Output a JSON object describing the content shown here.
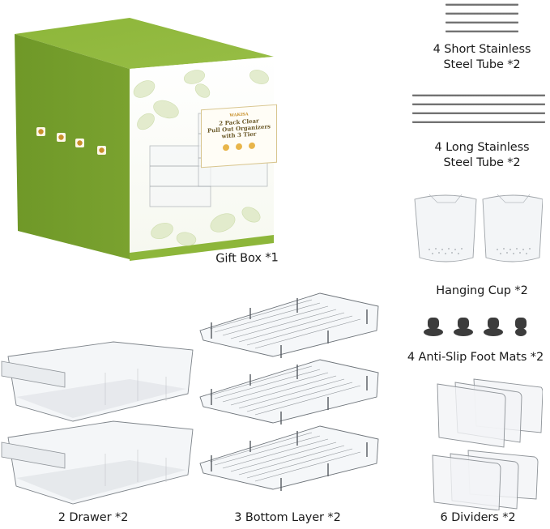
{
  "product": {
    "box": {
      "brand": "WAKISA",
      "title_lines": [
        "2 Pack Clear",
        "Pull Out Organizers",
        "with 3 Tier"
      ],
      "side_icons": [
        "thumbs-up-icon",
        "fragile-glass-icon",
        "recycle-icon",
        "bpa-free-icon"
      ],
      "colors": {
        "green_dark": "#6f9426",
        "green_light": "#8fb43b",
        "gold": "#c8902a"
      }
    },
    "items": [
      {
        "id": "gift-box",
        "label": "Gift Box *1"
      },
      {
        "id": "short-tube",
        "label_lines": [
          "4 Short Stainless",
          "Steel Tube *2"
        ]
      },
      {
        "id": "long-tube",
        "label_lines": [
          "4 Long Stainless",
          "Steel Tube *2"
        ]
      },
      {
        "id": "hanging-cup",
        "label": "Hanging Cup *2"
      },
      {
        "id": "foot-mats",
        "label": "4 Anti-Slip Foot Mats *2"
      },
      {
        "id": "drawer",
        "label": "2 Drawer *2"
      },
      {
        "id": "bottom-layer",
        "label": "3 Bottom Layer *2"
      },
      {
        "id": "dividers",
        "label": "6 Dividers *2"
      }
    ]
  }
}
